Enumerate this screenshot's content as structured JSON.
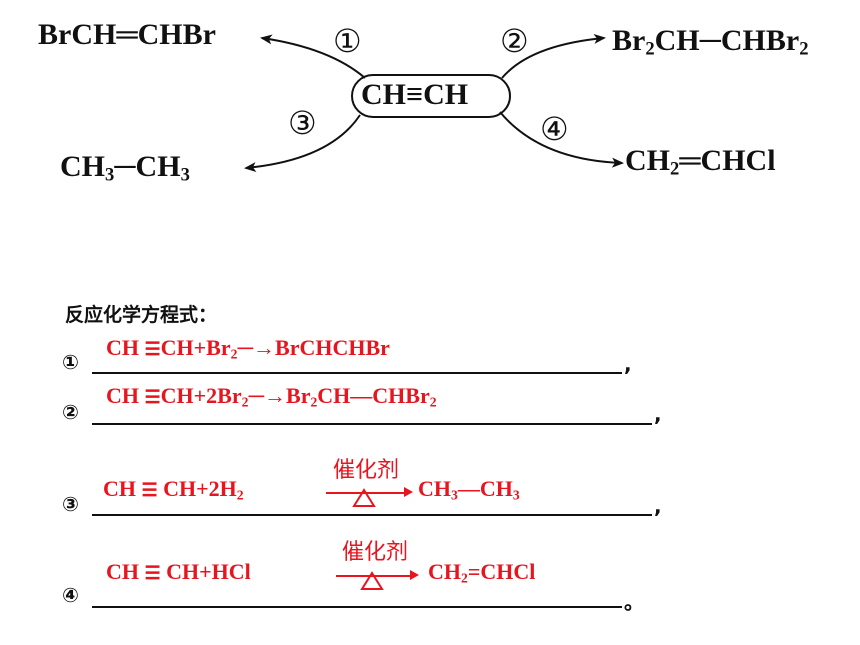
{
  "diagram": {
    "center": "CH≡CH",
    "markers": [
      "①",
      "②",
      "③",
      "④"
    ],
    "products": {
      "p1": "BrCH═CHBr",
      "p2": "Br2CH─CHBr2",
      "p3": "CH3─CH3",
      "p4": "CH2═CHCl"
    }
  },
  "equations": {
    "title": "反应化学方程式：",
    "labels": [
      "①",
      "②",
      "③",
      "④"
    ],
    "eq1": "CH≡CH+Br2─→BrCHCHBr",
    "eq2": "CH≡CH+2Br2─→Br2CH─CHBr2",
    "eq3": "CH≡CH+2H2 催化剂△ CH3─CH3",
    "eq4": "CH≡CH+HCl 催化剂△ CH2=CHCl",
    "catalyst": "催化剂",
    "heat_symbol": "△",
    "end_marks": [
      ",",
      ",",
      ",",
      "。"
    ]
  },
  "colors": {
    "answer": "#e8141e",
    "text": "#111111"
  }
}
